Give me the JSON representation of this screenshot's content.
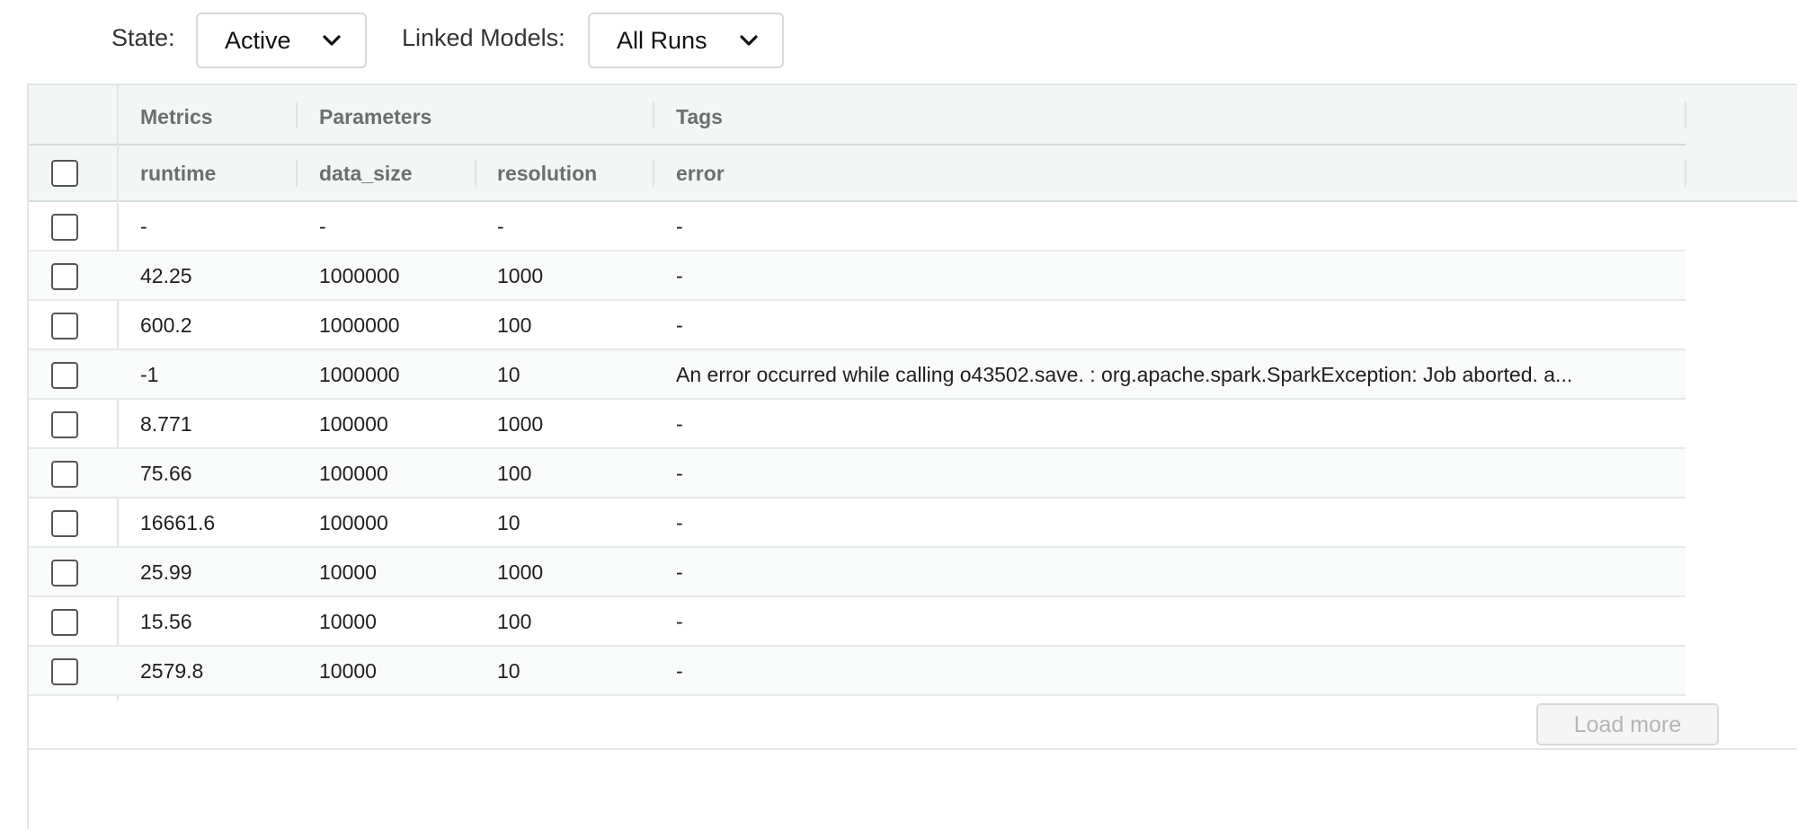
{
  "filters": {
    "state_label": "State:",
    "state_value": "Active",
    "linked_models_label": "Linked Models:",
    "linked_models_value": "All Runs"
  },
  "table": {
    "groups": {
      "metrics": "Metrics",
      "parameters": "Parameters",
      "tags": "Tags"
    },
    "columns": {
      "runtime": "runtime",
      "data_size": "data_size",
      "resolution": "resolution",
      "error": "error"
    },
    "rows": [
      {
        "runtime": "-",
        "data_size": "-",
        "resolution": "-",
        "error": "-"
      },
      {
        "runtime": "42.25",
        "data_size": "1000000",
        "resolution": "1000",
        "error": "-"
      },
      {
        "runtime": "600.2",
        "data_size": "1000000",
        "resolution": "100",
        "error": "-"
      },
      {
        "runtime": "-1",
        "data_size": "1000000",
        "resolution": "10",
        "error": "An error occurred while calling o43502.save. : org.apache.spark.SparkException: Job aborted. a..."
      },
      {
        "runtime": "8.771",
        "data_size": "100000",
        "resolution": "1000",
        "error": "-"
      },
      {
        "runtime": "75.66",
        "data_size": "100000",
        "resolution": "100",
        "error": "-"
      },
      {
        "runtime": "16661.6",
        "data_size": "100000",
        "resolution": "10",
        "error": "-"
      },
      {
        "runtime": "25.99",
        "data_size": "10000",
        "resolution": "1000",
        "error": "-"
      },
      {
        "runtime": "15.56",
        "data_size": "10000",
        "resolution": "100",
        "error": "-"
      },
      {
        "runtime": "2579.8",
        "data_size": "10000",
        "resolution": "10",
        "error": "-"
      }
    ],
    "load_more_label": "Load more"
  }
}
